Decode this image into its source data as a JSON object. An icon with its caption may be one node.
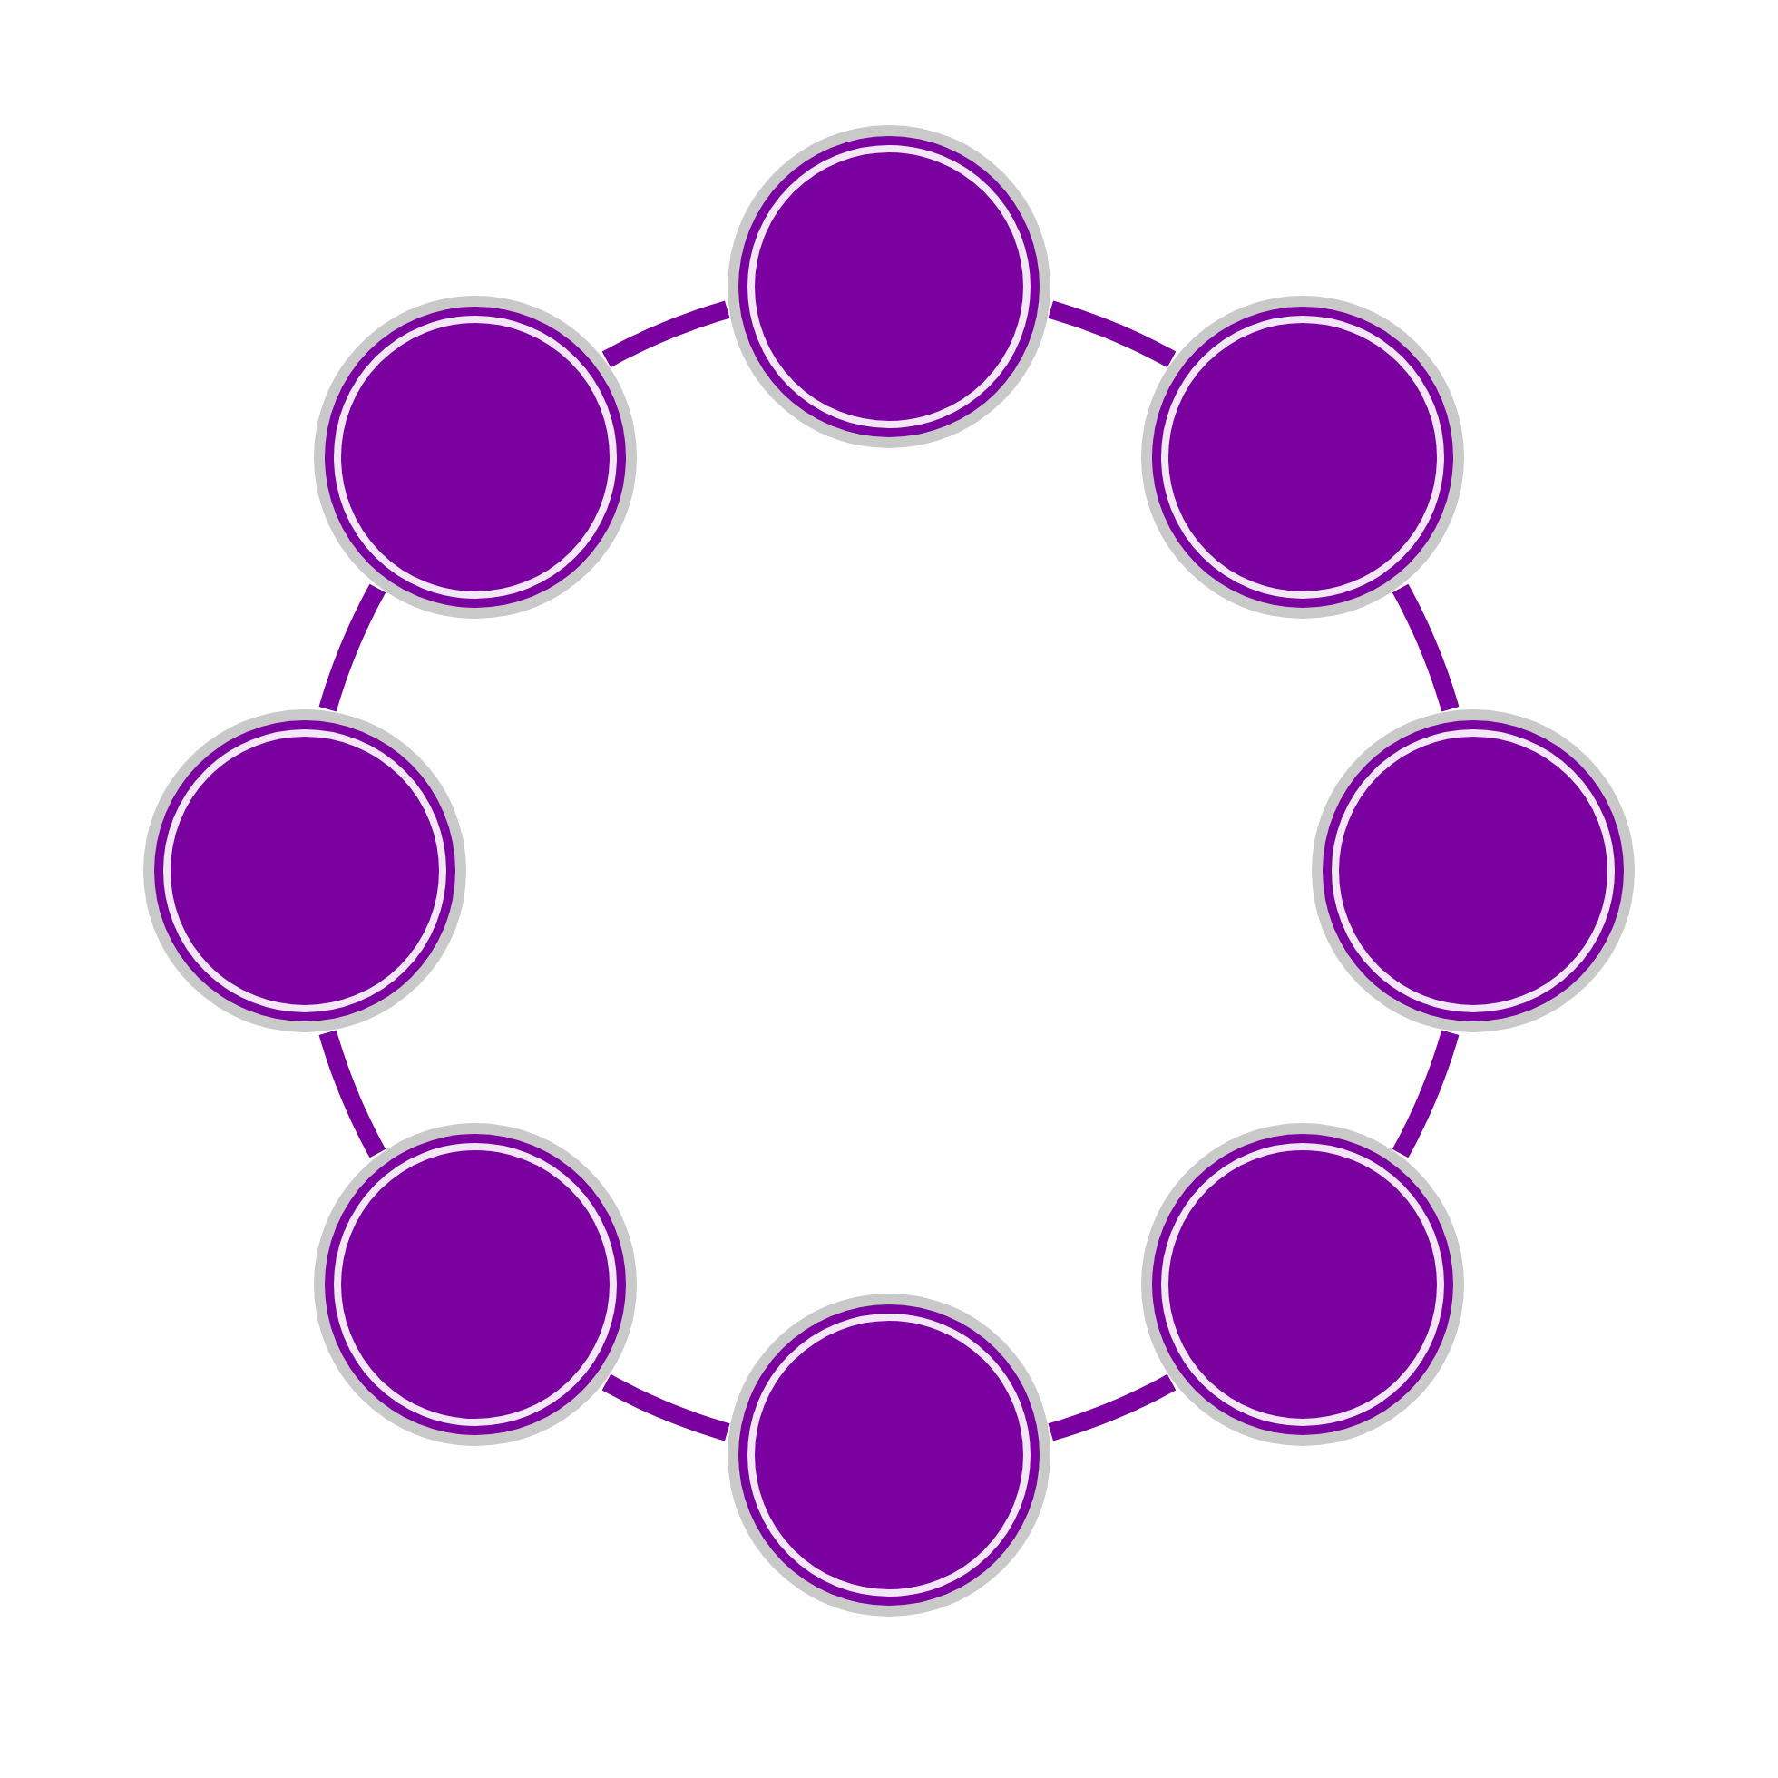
{
  "diagram": {
    "nodes": [
      {
        "text": [],
        "shape": "circle"
      },
      {
        "text": [],
        "shape": "circle"
      },
      {
        "text": [],
        "shape": "circle"
      },
      {
        "text": [],
        "shape": "circle"
      },
      {
        "text": [],
        "shape": "circle"
      },
      {
        "text": [],
        "shape": "circle"
      },
      {
        "text": [],
        "shape": "circle"
      },
      {
        "text": [],
        "shape": "circle"
      }
    ],
    "edges": [
      {
        "from": 0,
        "to": 2,
        "arrow": "none"
      },
      {
        "from": 2,
        "to": 4,
        "arrow": "none"
      },
      {
        "from": 4,
        "to": 6,
        "arrow": "none"
      },
      {
        "from": 6,
        "to": 7,
        "arrow": "none"
      },
      {
        "from": 7,
        "to": 5,
        "arrow": "none"
      },
      {
        "from": 5,
        "to": 3,
        "arrow": "none"
      },
      {
        "from": 3,
        "to": 1,
        "arrow": "none"
      },
      {
        "from": 1,
        "to": 0,
        "arrow": "none"
      }
    ]
  }
}
